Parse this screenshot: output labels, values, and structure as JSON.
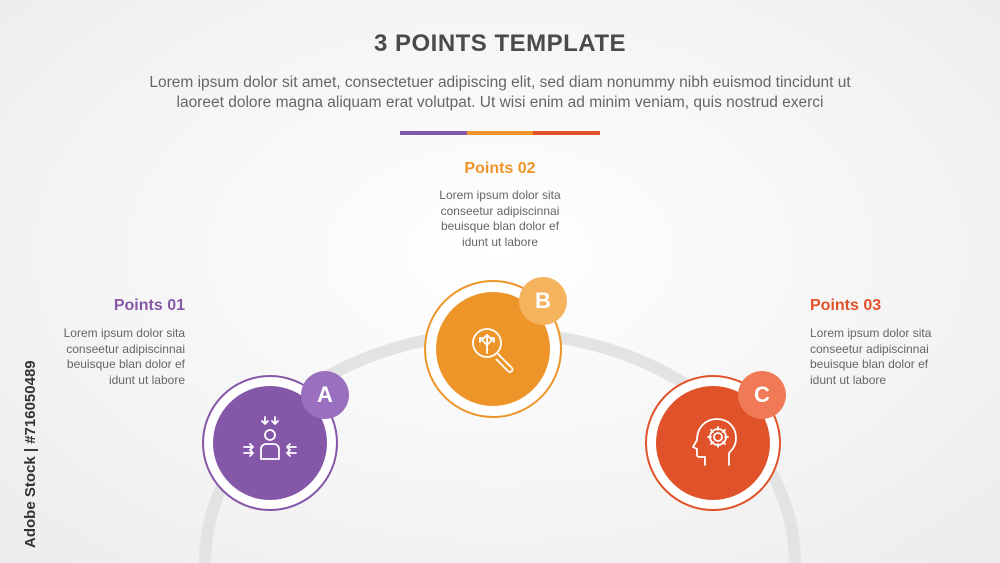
{
  "title": "3 POINTS TEMPLATE",
  "subtitle_line1": "Lorem ipsum dolor sit amet, consectetuer adipiscing elit, sed diam nonummy nibh euismod tincidunt ut",
  "subtitle_line2": "laoreet dolore magna aliquam erat volutpat. Ut wisi enim ad minim veniam, quis nostrud exerci",
  "colors": {
    "purple": "#8557a8",
    "orange": "#ee9529",
    "red": "#e0532a",
    "badge_a": "#9b6fc0",
    "badge_b": "#f5b35e",
    "badge_c": "#f07a55",
    "arc": "#e3e3e3"
  },
  "points": [
    {
      "title": "Points 01",
      "lines": [
        "Lorem ipsum dolor sita",
        "conseetur adipiscinnai",
        "beuisque blan dolor ef",
        "idunt ut labore"
      ],
      "badge": "A",
      "icon": "person-focus-icon"
    },
    {
      "title": "Points 02",
      "lines": [
        "Lorem ipsum dolor sita",
        "conseetur adipiscinnai",
        "beuisque blan dolor ef",
        "idunt ut labore"
      ],
      "badge": "B",
      "icon": "magnifier-arrows-icon"
    },
    {
      "title": "Points 03",
      "lines": [
        "Lorem ipsum dolor sita",
        "conseetur adipiscinnai",
        "beuisque blan dolor ef",
        "idunt ut labore"
      ],
      "badge": "C",
      "icon": "head-gear-icon"
    }
  ],
  "credit": "Adobe Stock | #716050489"
}
